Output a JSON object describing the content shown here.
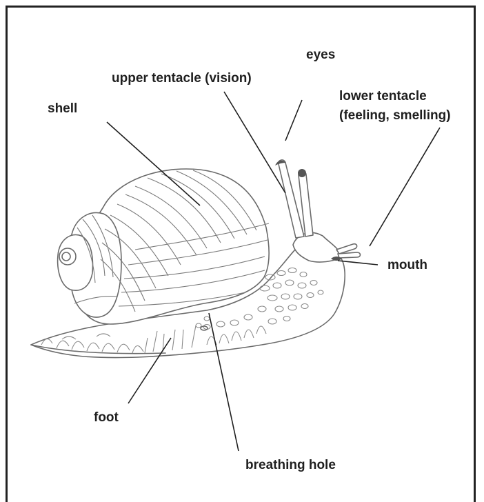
{
  "labels": {
    "eyes": "eyes",
    "upper_tentacle": "upper tentacle (vision)",
    "lower_tentacle_line1": "lower tentacle",
    "lower_tentacle_line2": "(feeling, smelling)",
    "shell": "shell",
    "mouth": "mouth",
    "foot": "foot",
    "breathing_hole": "breathing hole"
  },
  "colors": {
    "outline": "#6a6a6a",
    "label": "#1f1f1f",
    "eye_tip": "#555555",
    "frame": "#222222"
  }
}
